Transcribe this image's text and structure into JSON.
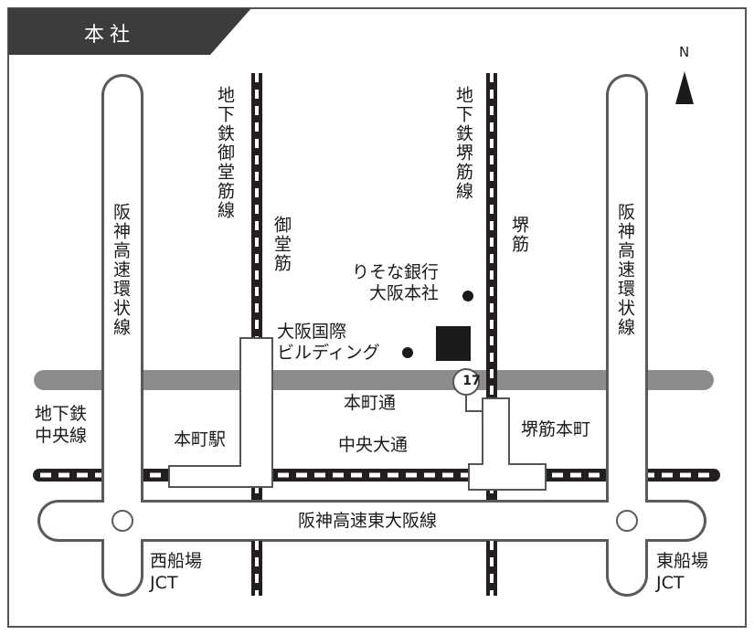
{
  "header": {
    "title": "本社"
  },
  "compass": {
    "label": "N"
  },
  "lines": {
    "midosuji_subway": "地下鉄御堂筋線",
    "sakaisuji_subway": "地下鉄堺筋線",
    "chuo_subway": "地下鉄\n中央線"
  },
  "streets": {
    "midosuji": "御堂筋",
    "sakaisuji": "堺筋",
    "honmachi_dori": "本町通",
    "chuo_odori": "中央大通"
  },
  "expressways": {
    "loop_west": "阪神高速環状線",
    "loop_east": "阪神高速環状線",
    "higashi_osaka": "阪神高速東大阪線",
    "nishisemba_jct": "西船場\nJCT",
    "higashisemba_jct": "東船場\nJCT"
  },
  "stations": {
    "honmachi": "本町駅",
    "sakaisuji_honmachi": "堺筋本町"
  },
  "landmarks": {
    "resona": "りそな銀行\n大阪本社",
    "kokusai": "大阪国際\nビルディング"
  },
  "route_marker": "17",
  "colors": {
    "road_gray": "#8c8c8c",
    "rail_dark": "#231f20",
    "tab": "#3c3c3c",
    "hq": "#1a1a1a"
  }
}
